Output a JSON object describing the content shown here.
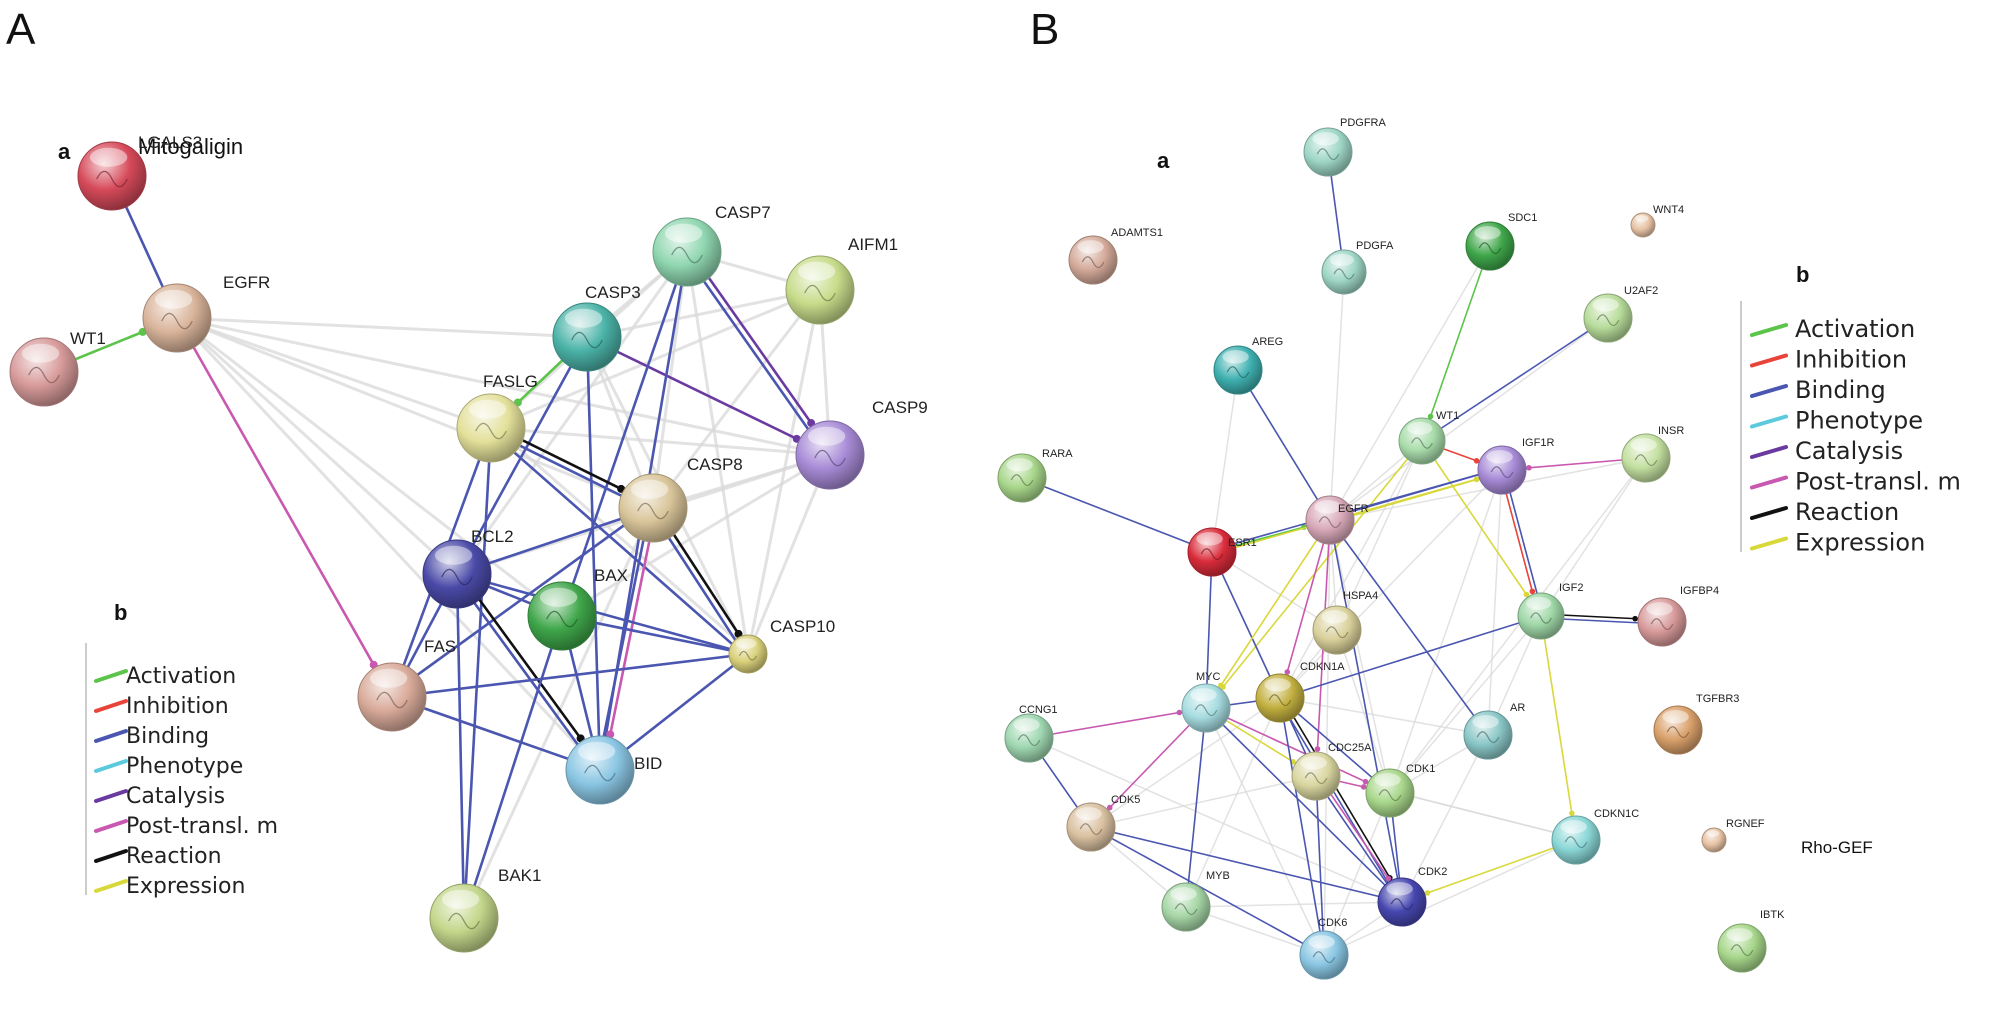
{
  "panels": [
    {
      "letter": "A",
      "sub_network": "a",
      "sub_legend": "b",
      "title": "Mitogaligin",
      "nodes": [
        {
          "id": "LGALS3",
          "color": "#d64a5a"
        },
        {
          "id": "EGFR",
          "color": "#d9b49a"
        },
        {
          "id": "WT1",
          "color": "#d89a9a"
        },
        {
          "id": "CASP7",
          "color": "#8fd6b0"
        },
        {
          "id": "AIFM1",
          "color": "#c7dc8a"
        },
        {
          "id": "CASP3",
          "color": "#4bb3a8"
        },
        {
          "id": "FASLG",
          "color": "#e3e09a"
        },
        {
          "id": "CASP9",
          "color": "#a78ad6"
        },
        {
          "id": "CASP8",
          "color": "#d9c59a"
        },
        {
          "id": "BCL2",
          "color": "#4a4aa8"
        },
        {
          "id": "BAX",
          "color": "#3fa64a"
        },
        {
          "id": "CASP10",
          "color": "#d9d07a"
        },
        {
          "id": "FAS",
          "color": "#d9aa9a"
        },
        {
          "id": "BID",
          "color": "#8ac6e3"
        },
        {
          "id": "BAK1",
          "color": "#c3d68a"
        }
      ],
      "edges": [
        {
          "from": "LGALS3",
          "to": "EGFR",
          "type": "binding"
        },
        {
          "from": "WT1",
          "to": "EGFR",
          "type": "activation"
        },
        {
          "from": "EGFR",
          "to": "FAS",
          "type": "post"
        },
        {
          "from": "EGFR",
          "to": "CASP3",
          "type": "other"
        },
        {
          "from": "EGFR",
          "to": "FASLG",
          "type": "other"
        },
        {
          "from": "EGFR",
          "to": "CASP8",
          "type": "other"
        },
        {
          "from": "EGFR",
          "to": "BCL2",
          "type": "other"
        },
        {
          "from": "EGFR",
          "to": "BAX",
          "type": "other"
        },
        {
          "from": "EGFR",
          "to": "BID",
          "type": "other"
        },
        {
          "from": "EGFR",
          "to": "CASP9",
          "type": "other"
        },
        {
          "from": "CASP3",
          "to": "CASP7",
          "type": "other"
        },
        {
          "from": "CASP3",
          "to": "AIFM1",
          "type": "other"
        },
        {
          "from": "CASP3",
          "to": "CASP8",
          "type": "other"
        },
        {
          "from": "CASP3",
          "to": "CASP10",
          "type": "other"
        },
        {
          "from": "CASP7",
          "to": "AIFM1",
          "type": "other"
        },
        {
          "from": "CASP7",
          "to": "FASLG",
          "type": "other"
        },
        {
          "from": "CASP7",
          "to": "CASP8",
          "type": "other"
        },
        {
          "from": "CASP7",
          "to": "CASP10",
          "type": "other"
        },
        {
          "from": "CASP7",
          "to": "BCL2",
          "type": "other"
        },
        {
          "from": "AIFM1",
          "to": "FASLG",
          "type": "other"
        },
        {
          "from": "AIFM1",
          "to": "CASP8",
          "type": "other"
        },
        {
          "from": "AIFM1",
          "to": "CASP10",
          "type": "other"
        },
        {
          "from": "AIFM1",
          "to": "CASP9",
          "type": "other"
        },
        {
          "from": "FASLG",
          "to": "CASP9",
          "type": "other"
        },
        {
          "from": "FASLG",
          "to": "CASP10",
          "type": "other"
        },
        {
          "from": "CASP8",
          "to": "CASP9",
          "type": "other"
        },
        {
          "from": "CASP9",
          "to": "CASP10",
          "type": "other"
        },
        {
          "from": "BCL2",
          "to": "CASP9",
          "type": "other"
        },
        {
          "from": "BAX",
          "to": "CASP9",
          "type": "other"
        },
        {
          "from": "FAS",
          "to": "CASP8",
          "type": "other"
        },
        {
          "from": "BAK1",
          "to": "CASP8",
          "type": "other"
        },
        {
          "from": "CASP3",
          "to": "FASLG",
          "type": "activation"
        },
        {
          "from": "CASP3",
          "to": "BCL2",
          "type": "binding"
        },
        {
          "from": "CASP3",
          "to": "BID",
          "type": "binding"
        },
        {
          "from": "CASP3",
          "to": "CASP9",
          "type": "catalysis"
        },
        {
          "from": "CASP7",
          "to": "CASP9",
          "type": "catalysis"
        },
        {
          "from": "CASP7",
          "to": "CASP9",
          "type": "binding"
        },
        {
          "from": "CASP7",
          "to": "BAX",
          "type": "binding"
        },
        {
          "from": "CASP7",
          "to": "BID",
          "type": "binding"
        },
        {
          "from": "FASLG",
          "to": "FAS",
          "type": "binding"
        },
        {
          "from": "FASLG",
          "to": "CASP8",
          "type": "reaction"
        },
        {
          "from": "FASLG",
          "to": "CASP8",
          "type": "binding"
        },
        {
          "from": "FASLG",
          "to": "BAK1",
          "type": "binding"
        },
        {
          "from": "FASLG",
          "to": "CASP10",
          "type": "binding"
        },
        {
          "from": "CASP8",
          "to": "BCL2",
          "type": "binding"
        },
        {
          "from": "CASP8",
          "to": "BID",
          "type": "post"
        },
        {
          "from": "CASP8",
          "to": "BID",
          "type": "binding"
        },
        {
          "from": "CASP8",
          "to": "CASP10",
          "type": "reaction"
        },
        {
          "from": "CASP8",
          "to": "CASP10",
          "type": "binding"
        },
        {
          "from": "CASP8",
          "to": "FAS",
          "type": "binding"
        },
        {
          "from": "BCL2",
          "to": "BAX",
          "type": "binding"
        },
        {
          "from": "BCL2",
          "to": "BID",
          "type": "reaction"
        },
        {
          "from": "BCL2",
          "to": "BID",
          "type": "binding"
        },
        {
          "from": "BCL2",
          "to": "BAK1",
          "type": "binding"
        },
        {
          "from": "BCL2",
          "to": "FAS",
          "type": "binding"
        },
        {
          "from": "BCL2",
          "to": "CASP10",
          "type": "binding"
        },
        {
          "from": "BAX",
          "to": "BID",
          "type": "binding"
        },
        {
          "from": "BAX",
          "to": "BAK1",
          "type": "binding"
        },
        {
          "from": "BAX",
          "to": "CASP10",
          "type": "binding"
        },
        {
          "from": "FAS",
          "to": "BID",
          "type": "binding"
        },
        {
          "from": "FAS",
          "to": "CASP10",
          "type": "binding"
        },
        {
          "from": "BID",
          "to": "CASP10",
          "type": "binding"
        }
      ]
    },
    {
      "letter": "B",
      "sub_network": "a",
      "sub_legend": "b",
      "annotation": "Rho-GEF",
      "nodes": [
        {
          "id": "PDGFRA",
          "color": "#9ed6c6"
        },
        {
          "id": "ADAMTS1",
          "color": "#d4aa9a"
        },
        {
          "id": "PDGFA",
          "color": "#9ed6c6"
        },
        {
          "id": "SDC1",
          "color": "#3fa64a"
        },
        {
          "id": "WNT4",
          "color": "#e6c2a4"
        },
        {
          "id": "U2AF2",
          "color": "#b7dc9a"
        },
        {
          "id": "AREG",
          "color": "#3fb0b0"
        },
        {
          "id": "WT1",
          "color": "#a8dcaa"
        },
        {
          "id": "IGF1R",
          "color": "#a78ad6"
        },
        {
          "id": "INSR",
          "color": "#c3e0a0"
        },
        {
          "id": "RARA",
          "color": "#a7d68a"
        },
        {
          "id": "ESR1",
          "color": "#d92b3a"
        },
        {
          "id": "EGFR",
          "color": "#d8a8b8"
        },
        {
          "id": "IGF2",
          "color": "#9ed6a6"
        },
        {
          "id": "IGFBP4",
          "color": "#d89a9a"
        },
        {
          "id": "HSPA4",
          "color": "#d9d09a"
        },
        {
          "id": "TGFBR3",
          "color": "#d9a06a"
        },
        {
          "id": "CCNG1",
          "color": "#9ed6b0"
        },
        {
          "id": "MYC",
          "color": "#a6dce0"
        },
        {
          "id": "CDKN1A",
          "color": "#c2b040"
        },
        {
          "id": "AR",
          "color": "#8ac6c6"
        },
        {
          "id": "CDC25A",
          "color": "#d9d6a0"
        },
        {
          "id": "CDK1",
          "color": "#a7d68a"
        },
        {
          "id": "CDK5",
          "color": "#d9c0a0"
        },
        {
          "id": "CDKN1C",
          "color": "#8ad6d6"
        },
        {
          "id": "RGNEF",
          "color": "#e6c2a4"
        },
        {
          "id": "MYB",
          "color": "#a6d6a6"
        },
        {
          "id": "CDK2",
          "color": "#4646b0"
        },
        {
          "id": "CDK6",
          "color": "#8ac6e3"
        },
        {
          "id": "IBTK",
          "color": "#a6d68a"
        }
      ],
      "edges": [
        {
          "from": "PDGFRA",
          "to": "PDGFA",
          "type": "binding"
        },
        {
          "from": "PDGFA",
          "to": "EGFR",
          "type": "other"
        },
        {
          "from": "AREG",
          "to": "EGFR",
          "type": "binding"
        },
        {
          "from": "AREG",
          "to": "ESR1",
          "type": "other"
        },
        {
          "from": "SDC1",
          "to": "WT1",
          "type": "activation"
        },
        {
          "from": "SDC1",
          "to": "EGFR",
          "type": "other"
        },
        {
          "from": "U2AF2",
          "to": "WT1",
          "type": "binding"
        },
        {
          "from": "U2AF2",
          "to": "EGFR",
          "type": "other"
        },
        {
          "from": "WT1",
          "to": "EGFR",
          "type": "other"
        },
        {
          "from": "WT1",
          "to": "IGF2",
          "type": "expression"
        },
        {
          "from": "WT1",
          "to": "IGF1R",
          "type": "inhibition"
        },
        {
          "from": "WT1",
          "to": "MYC",
          "type": "expression"
        },
        {
          "from": "WT1",
          "to": "HSPA4",
          "type": "other"
        },
        {
          "from": "WT1",
          "to": "CDKN1A",
          "type": "other"
        },
        {
          "from": "INSR",
          "to": "IGF1R",
          "type": "post"
        },
        {
          "from": "INSR",
          "to": "IGF2",
          "type": "other"
        },
        {
          "from": "INSR",
          "to": "EGFR",
          "type": "other"
        },
        {
          "from": "INSR",
          "to": "CDK1",
          "type": "other"
        },
        {
          "from": "RARA",
          "to": "ESR1",
          "type": "binding"
        },
        {
          "from": "ESR1",
          "to": "EGFR",
          "type": "activation"
        },
        {
          "from": "ESR1",
          "to": "IGF1R",
          "type": "binding"
        },
        {
          "from": "ESR1",
          "to": "IGF1R",
          "type": "expression"
        },
        {
          "from": "ESR1",
          "to": "MYC",
          "type": "binding"
        },
        {
          "from": "ESR1",
          "to": "CDKN1A",
          "type": "binding"
        },
        {
          "from": "ESR1",
          "to": "CDC25A",
          "type": "other"
        },
        {
          "from": "ESR1",
          "to": "HSPA4",
          "type": "other"
        },
        {
          "from": "EGFR",
          "to": "IGF1R",
          "type": "binding"
        },
        {
          "from": "EGFR",
          "to": "IGF1R",
          "type": "expression"
        },
        {
          "from": "EGFR",
          "to": "HSPA4",
          "type": "other"
        },
        {
          "from": "EGFR",
          "to": "MYC",
          "type": "expression"
        },
        {
          "from": "EGFR",
          "to": "CDKN1A",
          "type": "post"
        },
        {
          "from": "EGFR",
          "to": "CDC25A",
          "type": "post"
        },
        {
          "from": "EGFR",
          "to": "CDK2",
          "type": "binding"
        },
        {
          "from": "EGFR",
          "to": "AR",
          "type": "binding"
        },
        {
          "from": "EGFR",
          "to": "CDK1",
          "type": "other"
        },
        {
          "from": "IGF1R",
          "to": "IGF2",
          "type": "binding"
        },
        {
          "from": "IGF1R",
          "to": "IGF2",
          "type": "inhibition"
        },
        {
          "from": "IGF1R",
          "to": "CDKN1A",
          "type": "other"
        },
        {
          "from": "IGF1R",
          "to": "AR",
          "type": "other"
        },
        {
          "from": "IGF2",
          "to": "IGFBP4",
          "type": "reaction"
        },
        {
          "from": "IGF2",
          "to": "IGFBP4",
          "type": "binding"
        },
        {
          "from": "IGF2",
          "to": "CDKN1C",
          "type": "expression"
        },
        {
          "from": "IGF2",
          "to": "CDKN1A",
          "type": "binding"
        },
        {
          "from": "IGF2",
          "to": "AR",
          "type": "other"
        },
        {
          "from": "IGF2",
          "to": "CDK1",
          "type": "other"
        },
        {
          "from": "HSPA4",
          "to": "CDKN1A",
          "type": "other"
        },
        {
          "from": "HSPA4",
          "to": "CDK1",
          "type": "other"
        },
        {
          "from": "CCNG1",
          "to": "MYC",
          "type": "post"
        },
        {
          "from": "CCNG1",
          "to": "CDK5",
          "type": "binding"
        },
        {
          "from": "CCNG1",
          "to": "CDK2",
          "type": "other"
        },
        {
          "from": "MYC",
          "to": "CDKN1A",
          "type": "binding"
        },
        {
          "from": "MYC",
          "to": "CDK5",
          "type": "post"
        },
        {
          "from": "MYC",
          "to": "MYB",
          "type": "binding"
        },
        {
          "from": "MYC",
          "to": "CDC25A",
          "type": "expression"
        },
        {
          "from": "MYC",
          "to": "CDK2",
          "type": "binding"
        },
        {
          "from": "MYC",
          "to": "CDK6",
          "type": "other"
        },
        {
          "from": "MYC",
          "to": "CDK1",
          "type": "post"
        },
        {
          "from": "CDKN1A",
          "to": "CDK2",
          "type": "reaction"
        },
        {
          "from": "CDKN1A",
          "to": "CDK2",
          "type": "binding"
        },
        {
          "from": "CDKN1A",
          "to": "CDK1",
          "type": "binding"
        },
        {
          "from": "CDKN1A",
          "to": "CDK6",
          "type": "binding"
        },
        {
          "from": "CDKN1A",
          "to": "CDC25A",
          "type": "binding"
        },
        {
          "from": "CDKN1A",
          "to": "CDK5",
          "type": "other"
        },
        {
          "from": "CDKN1A",
          "to": "MYB",
          "type": "other"
        },
        {
          "from": "CDC25A",
          "to": "CDK2",
          "type": "post"
        },
        {
          "from": "CDC25A",
          "to": "CDK2",
          "type": "binding"
        },
        {
          "from": "CDC25A",
          "to": "CDK1",
          "type": "post"
        },
        {
          "from": "CDC25A",
          "to": "CDK6",
          "type": "binding"
        },
        {
          "from": "CDC25A",
          "to": "CDK5",
          "type": "other"
        },
        {
          "from": "CDK1",
          "to": "CDK2",
          "type": "binding"
        },
        {
          "from": "CDK1",
          "to": "AR",
          "type": "other"
        },
        {
          "from": "CDK1",
          "to": "CDKN1C",
          "type": "other"
        },
        {
          "from": "CDK1",
          "to": "CDK6",
          "type": "other"
        },
        {
          "from": "AR",
          "to": "CDK2",
          "type": "other"
        },
        {
          "from": "AR",
          "to": "CDKN1A",
          "type": "other"
        },
        {
          "from": "CDK5",
          "to": "CDK2",
          "type": "binding"
        },
        {
          "from": "CDK5",
          "to": "CDK6",
          "type": "binding"
        },
        {
          "from": "CDK5",
          "to": "MYB",
          "type": "other"
        },
        {
          "from": "CDKN1C",
          "to": "CDK2",
          "type": "expression"
        },
        {
          "from": "CDKN1C",
          "to": "CDK6",
          "type": "other"
        },
        {
          "from": "CDKN1C",
          "to": "CDK1",
          "type": "other"
        },
        {
          "from": "MYB",
          "to": "CDK6",
          "type": "other"
        },
        {
          "from": "MYB",
          "to": "CDK2",
          "type": "other"
        },
        {
          "from": "CDK2",
          "to": "CDK6",
          "type": "other"
        },
        {
          "from": "EGFR",
          "to": "CDK6",
          "type": "other"
        },
        {
          "from": "IGF1R",
          "to": "CDK1",
          "type": "other"
        }
      ]
    }
  ],
  "legend": [
    {
      "key": "activation",
      "label": "Activation",
      "color": "#5cc44a"
    },
    {
      "key": "inhibition",
      "label": "Inhibition",
      "color": "#e8443a"
    },
    {
      "key": "binding",
      "label": "Binding",
      "color": "#4a56b0"
    },
    {
      "key": "phenotype",
      "label": "Phenotype",
      "color": "#5ccadc"
    },
    {
      "key": "catalysis",
      "label": "Catalysis",
      "color": "#6a3aa0"
    },
    {
      "key": "post",
      "label": "Post-transl. m",
      "color": "#c858b0"
    },
    {
      "key": "reaction",
      "label": "Reaction",
      "color": "#111111"
    },
    {
      "key": "expression",
      "label": "Expression",
      "color": "#d8d83a"
    }
  ],
  "other_edge_color": "#d8d8d8"
}
